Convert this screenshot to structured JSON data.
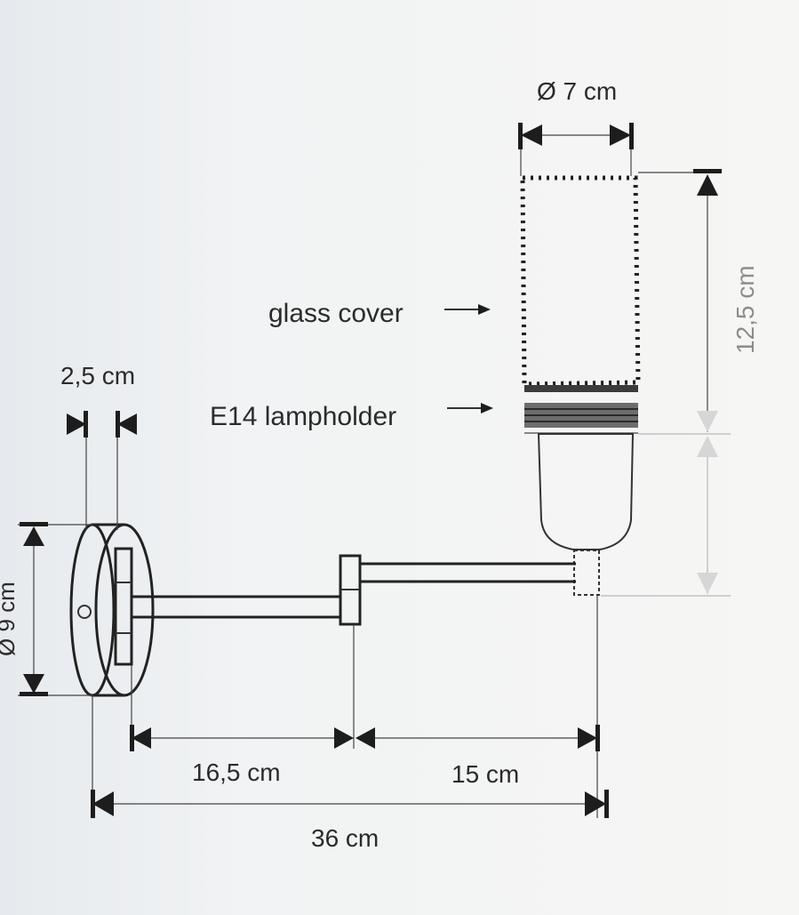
{
  "labels": {
    "glass_dia": "Ø 7 cm",
    "glass_height": "12,5 cm",
    "glass_cover": "glass cover",
    "lampholder": "E14 lampholder",
    "base_depth": "2,5 cm",
    "base_dia": "Ø 9 cm",
    "arm_inner": "16,5 cm",
    "arm_outer": "15 cm",
    "total": "36 cm"
  }
}
